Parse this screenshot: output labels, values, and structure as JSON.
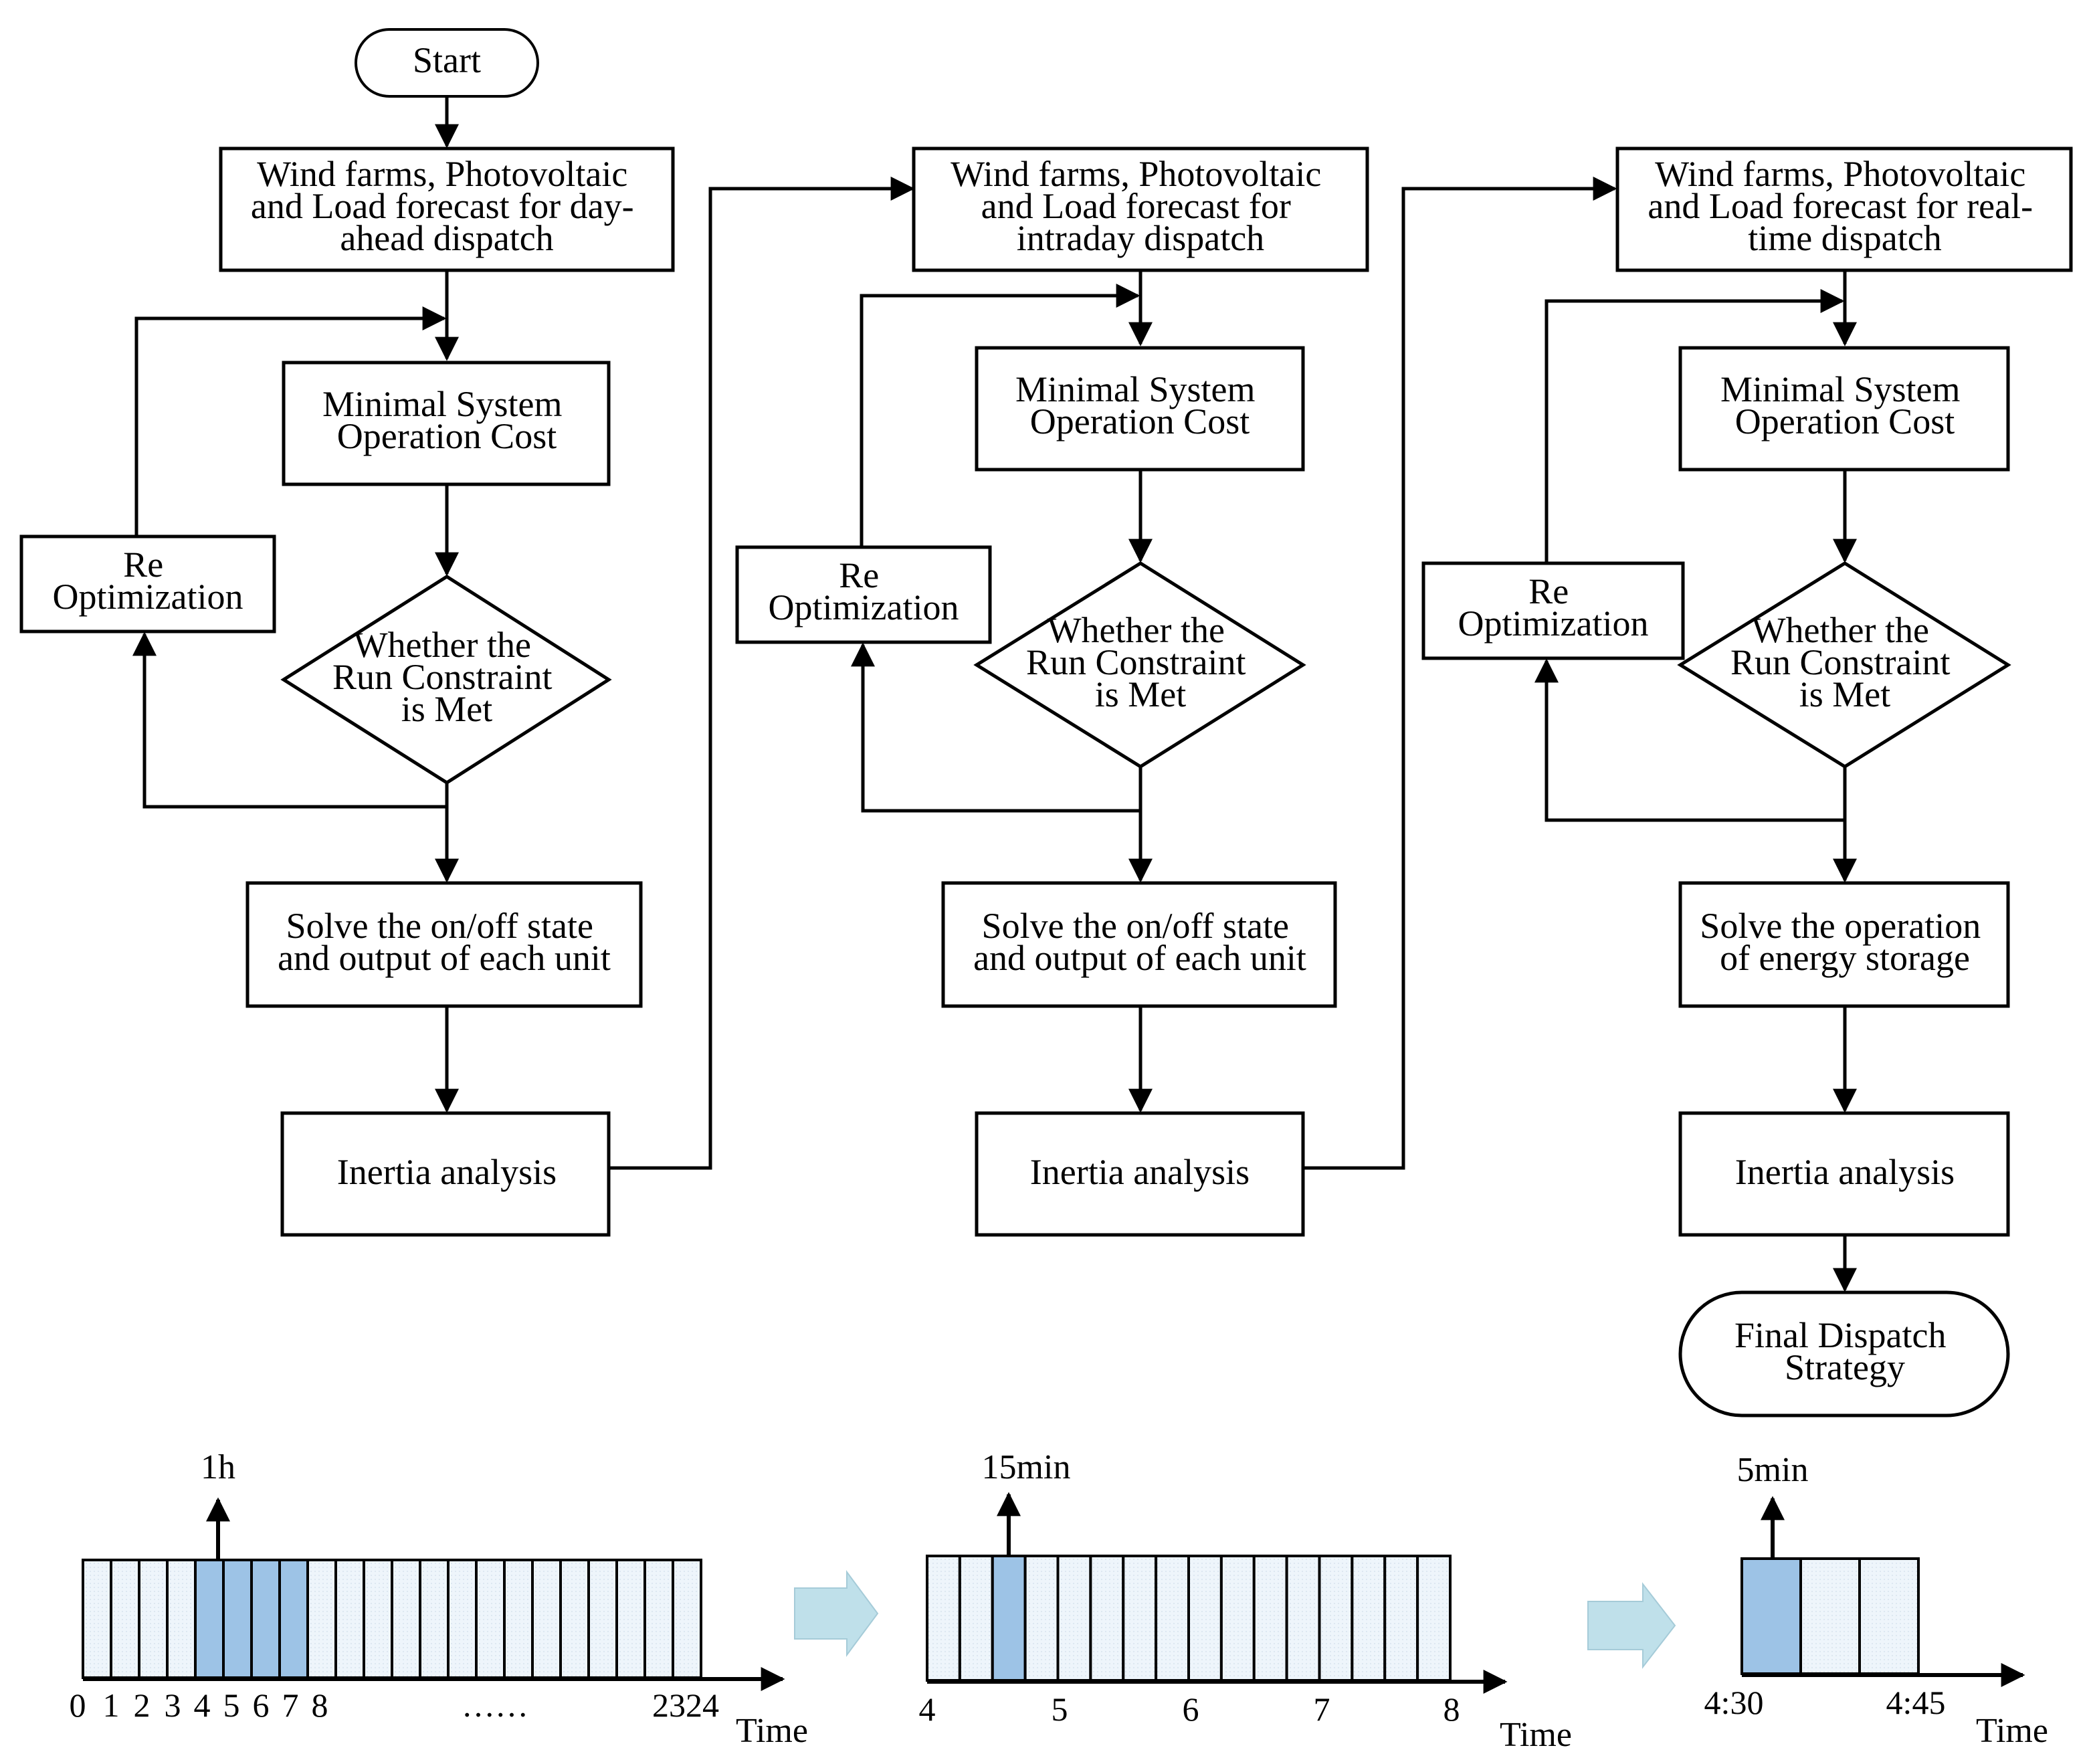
{
  "start": "Start",
  "columns": [
    {
      "forecast": [
        "Wind farms, Photovoltaic",
        "and Load forecast for day-",
        "ahead dispatch"
      ],
      "cost": [
        "Minimal System",
        "Operation Cost"
      ],
      "reopt": [
        "Re",
        "Optimization"
      ],
      "decision": [
        "Whether the",
        "Run Constraint",
        "is Met"
      ],
      "solve": [
        "Solve the on/off state",
        "and output of each unit"
      ],
      "inertia": "Inertia analysis"
    },
    {
      "forecast": [
        "Wind farms, Photovoltaic",
        "and Load forecast for",
        "intraday dispatch"
      ],
      "cost": [
        "Minimal System",
        "Operation Cost"
      ],
      "reopt": [
        "Re",
        "Optimization"
      ],
      "decision": [
        "Whether the",
        "Run Constraint",
        "is Met"
      ],
      "solve": [
        "Solve the on/off state",
        "and output of each unit"
      ],
      "inertia": "Inertia analysis"
    },
    {
      "forecast": [
        "Wind farms, Photovoltaic",
        "and Load forecast for real-",
        "time dispatch"
      ],
      "cost": [
        "Minimal System",
        "Operation Cost"
      ],
      "reopt": [
        "Re",
        "Optimization"
      ],
      "decision": [
        "Whether the",
        "Run Constraint",
        "is Met"
      ],
      "solve": [
        "Solve the operation",
        "of energy storage"
      ],
      "inertia": "Inertia analysis"
    }
  ],
  "final": [
    "Final Dispatch",
    "Strategy"
  ],
  "timelines": [
    {
      "step": "1h",
      "ticks": [
        "0",
        "1",
        "2",
        "3",
        "4",
        "5",
        "6",
        "7",
        "8",
        "23",
        "24"
      ],
      "ellipsis": "……",
      "axis_label": "Time",
      "cells": 22,
      "highlighted": [
        4,
        5,
        6,
        7
      ]
    },
    {
      "step": "15min",
      "ticks": [
        "4",
        "5",
        "6",
        "7",
        "8"
      ],
      "axis_label": "Time",
      "cells": 16,
      "highlighted": [
        2
      ]
    },
    {
      "step": "5min",
      "ticks": [
        "4:30",
        "4:45"
      ],
      "axis_label": "Time",
      "cells": 3,
      "highlighted": [
        0
      ]
    }
  ],
  "colors": {
    "line": "#000000",
    "cell_fill": "#eef5fb",
    "cell_highlight": "#9dc3e6",
    "transition_arrow": "#bfe0ea"
  }
}
